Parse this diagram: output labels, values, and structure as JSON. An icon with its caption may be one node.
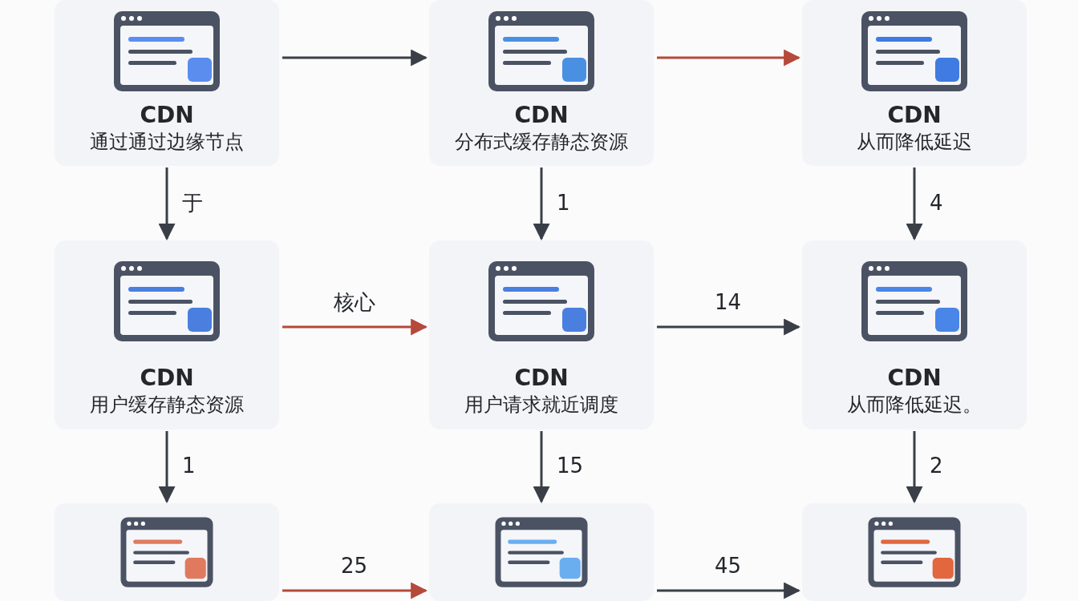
{
  "diagram": {
    "nodes": [
      {
        "text": [
          "CDN",
          "通过通过边缘节点"
        ]
      },
      {
        "text": [
          "CDN",
          "分布式缓存静态资源"
        ]
      },
      {
        "text": [
          "CDN",
          "从而降低延迟"
        ]
      },
      {
        "text": [
          "CDN",
          "用户缓存静态资源"
        ]
      },
      {
        "text": [
          "CDN",
          "用户请求就近调度"
        ]
      },
      {
        "text": [
          "CDN",
          "从而降低延迟。"
        ]
      },
      {
        "text": [],
        "shape": "box"
      },
      {
        "text": [],
        "shape": "box"
      },
      {
        "text": [],
        "shape": "box"
      }
    ],
    "edges": [
      {
        "from": 0,
        "to": 1,
        "arrow": "to"
      },
      {
        "from": 1,
        "to": 2,
        "arrow": "to",
        "color": "#b5493a"
      },
      {
        "from": 0,
        "to": 3,
        "arrow": "to",
        "label": "于"
      },
      {
        "from": 1,
        "to": 4,
        "arrow": "to",
        "label": "1"
      },
      {
        "from": 2,
        "to": 5,
        "arrow": "to",
        "label": "4"
      },
      {
        "from": 3,
        "to": 4,
        "arrow": "to",
        "label": "核心",
        "color": "#b5493a"
      },
      {
        "from": 4,
        "to": 5,
        "arrow": "to",
        "label": "14"
      },
      {
        "from": 3,
        "to": 6,
        "arrow": "to",
        "label": "1"
      },
      {
        "from": 4,
        "to": 7,
        "arrow": "to",
        "label": "15"
      },
      {
        "from": 5,
        "to": 8,
        "arrow": "to",
        "label": "2"
      },
      {
        "from": 6,
        "to": 7,
        "arrow": "to",
        "label": "25",
        "color": "#b5493a"
      },
      {
        "from": 7,
        "to": 8,
        "arrow": "to",
        "label": "45"
      }
    ]
  }
}
